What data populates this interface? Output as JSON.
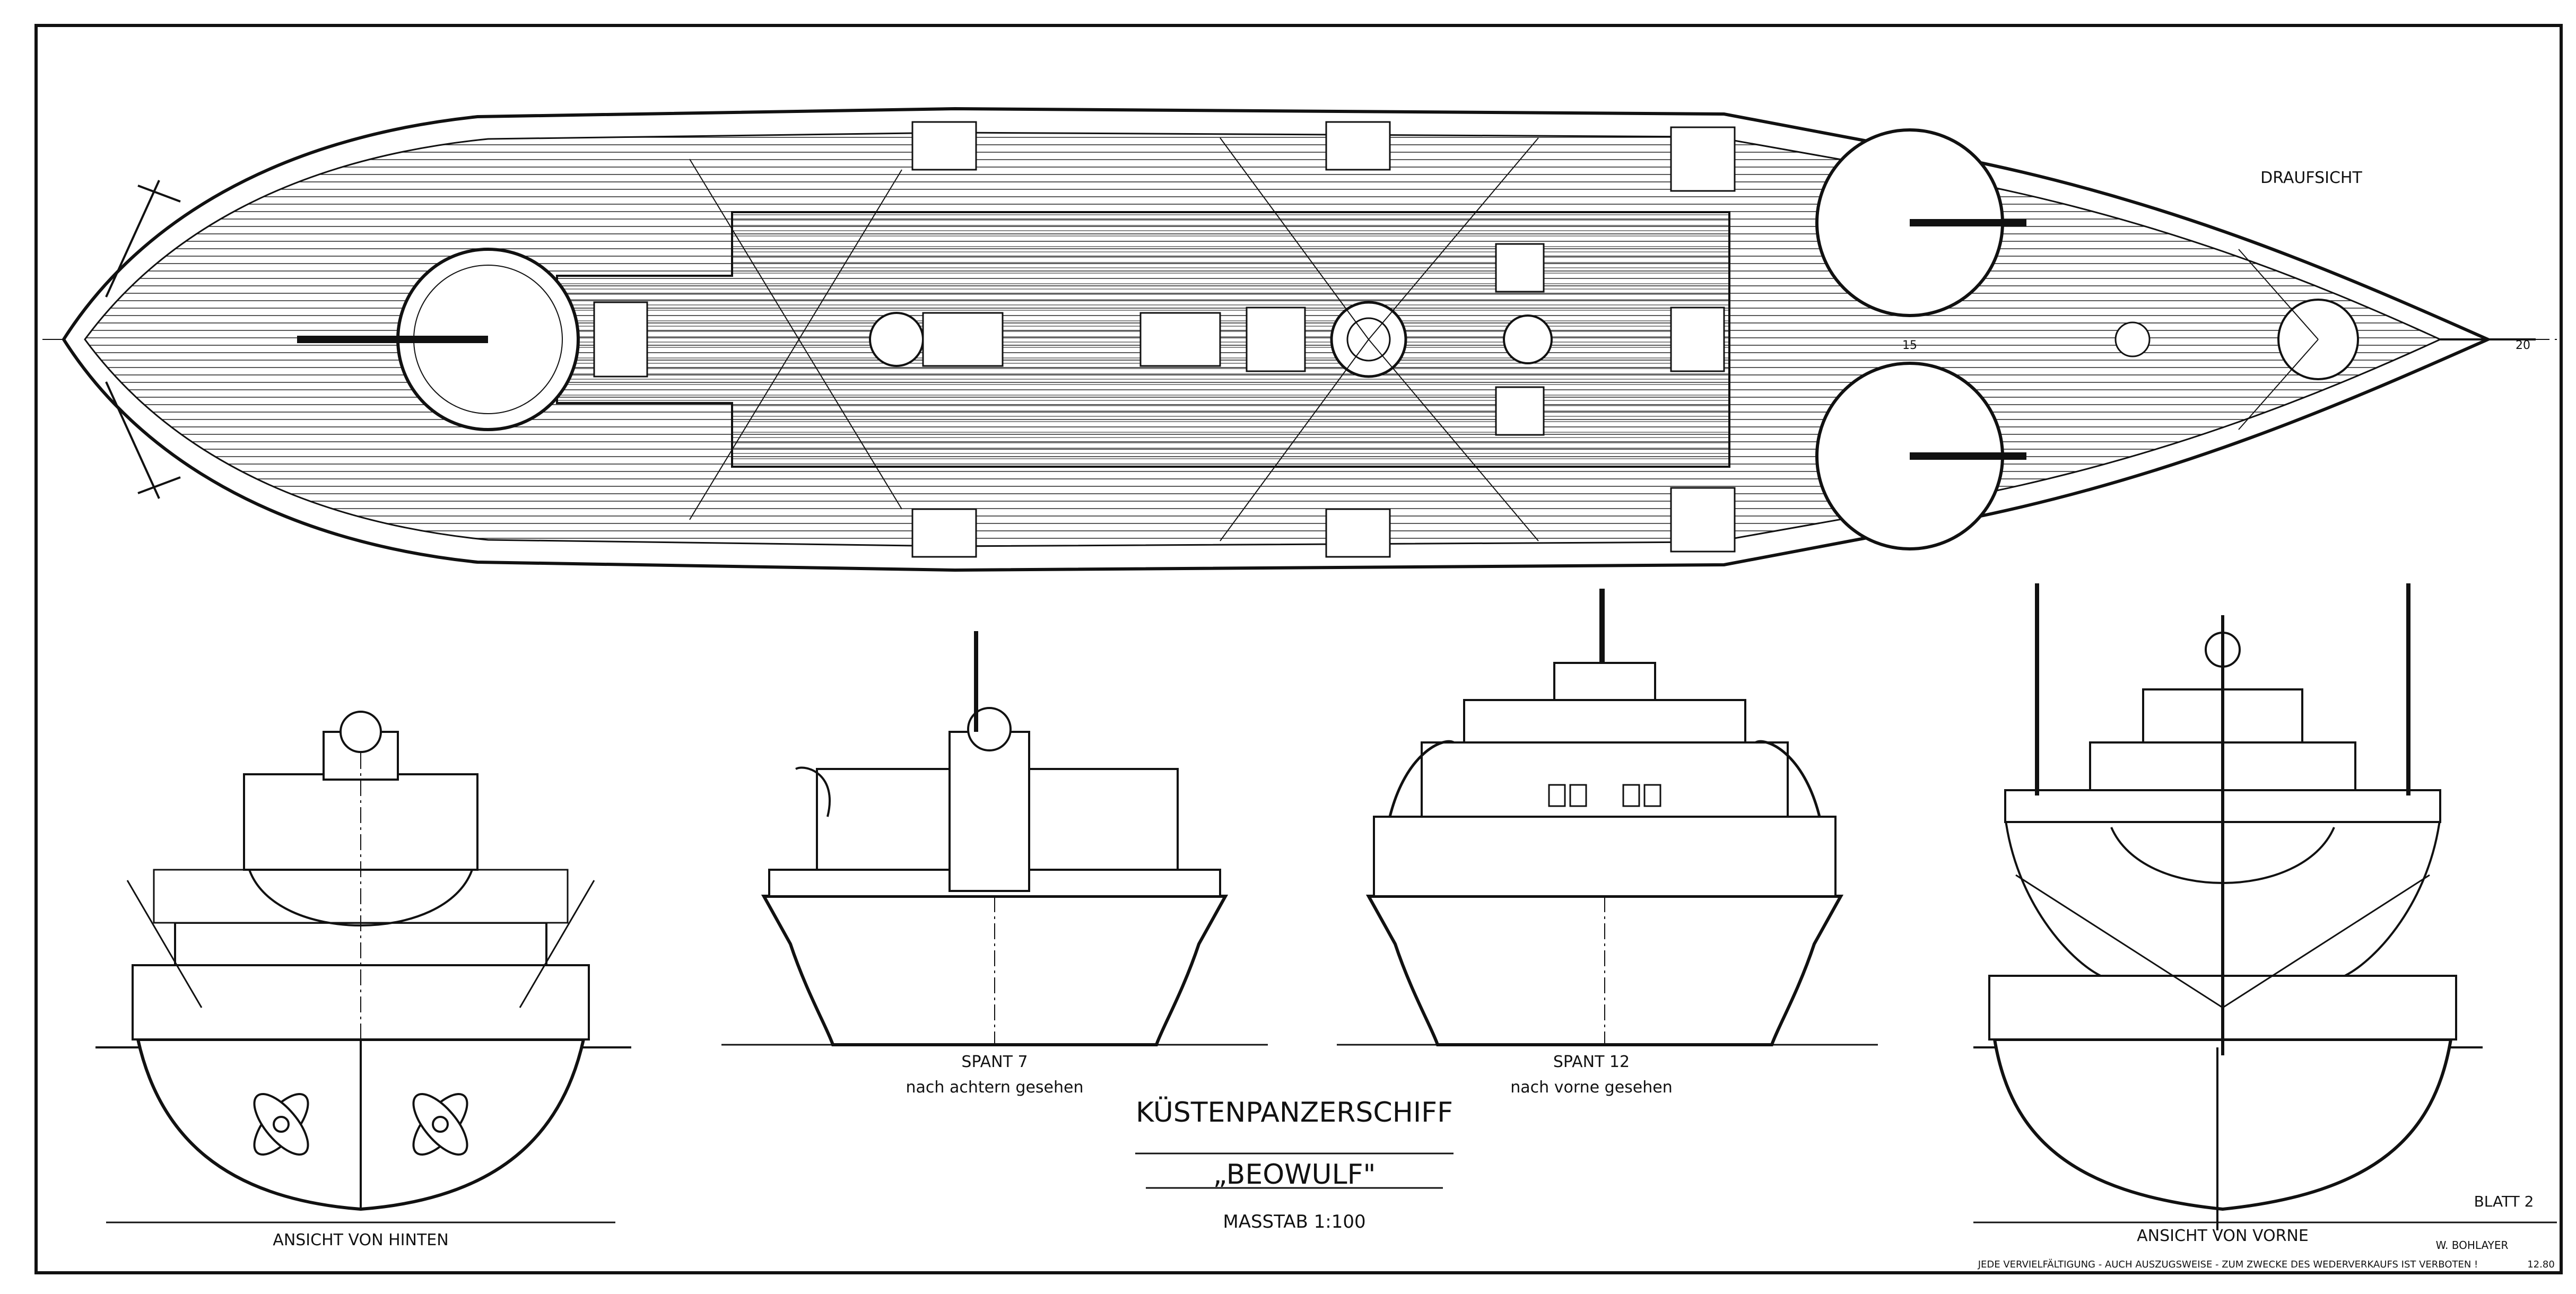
{
  "plan_view_label": "DRAUFSICHT",
  "views": {
    "stern": {
      "label": "ANSICHT VON HINTEN"
    },
    "section7": {
      "title": "SPANT 7",
      "subtitle": "nach achtern gesehen"
    },
    "section12": {
      "title": "SPANT 12",
      "subtitle": "nach vorne gesehen"
    },
    "bow": {
      "label": "ANSICHT VON VORNE"
    }
  },
  "title_block": {
    "ship_type": "KÜSTENPANZERSCHIFF",
    "ship_name": "„BEOWULF\"",
    "scale": "MASSTAB 1:100",
    "sheet": "BLATT 2",
    "author": "W. BOHLAYER",
    "copyright": "JEDE VERVIELFÄLTIGUNG - AUCH AUSZUGSWEISE - ZUM ZWECKE DES WEDERVERKAUFS IST VERBOTEN !",
    "date": "12.80"
  },
  "frame_marks": [
    "15",
    "20"
  ],
  "colors": {
    "ink": "#111111",
    "paper": "#ffffff"
  }
}
